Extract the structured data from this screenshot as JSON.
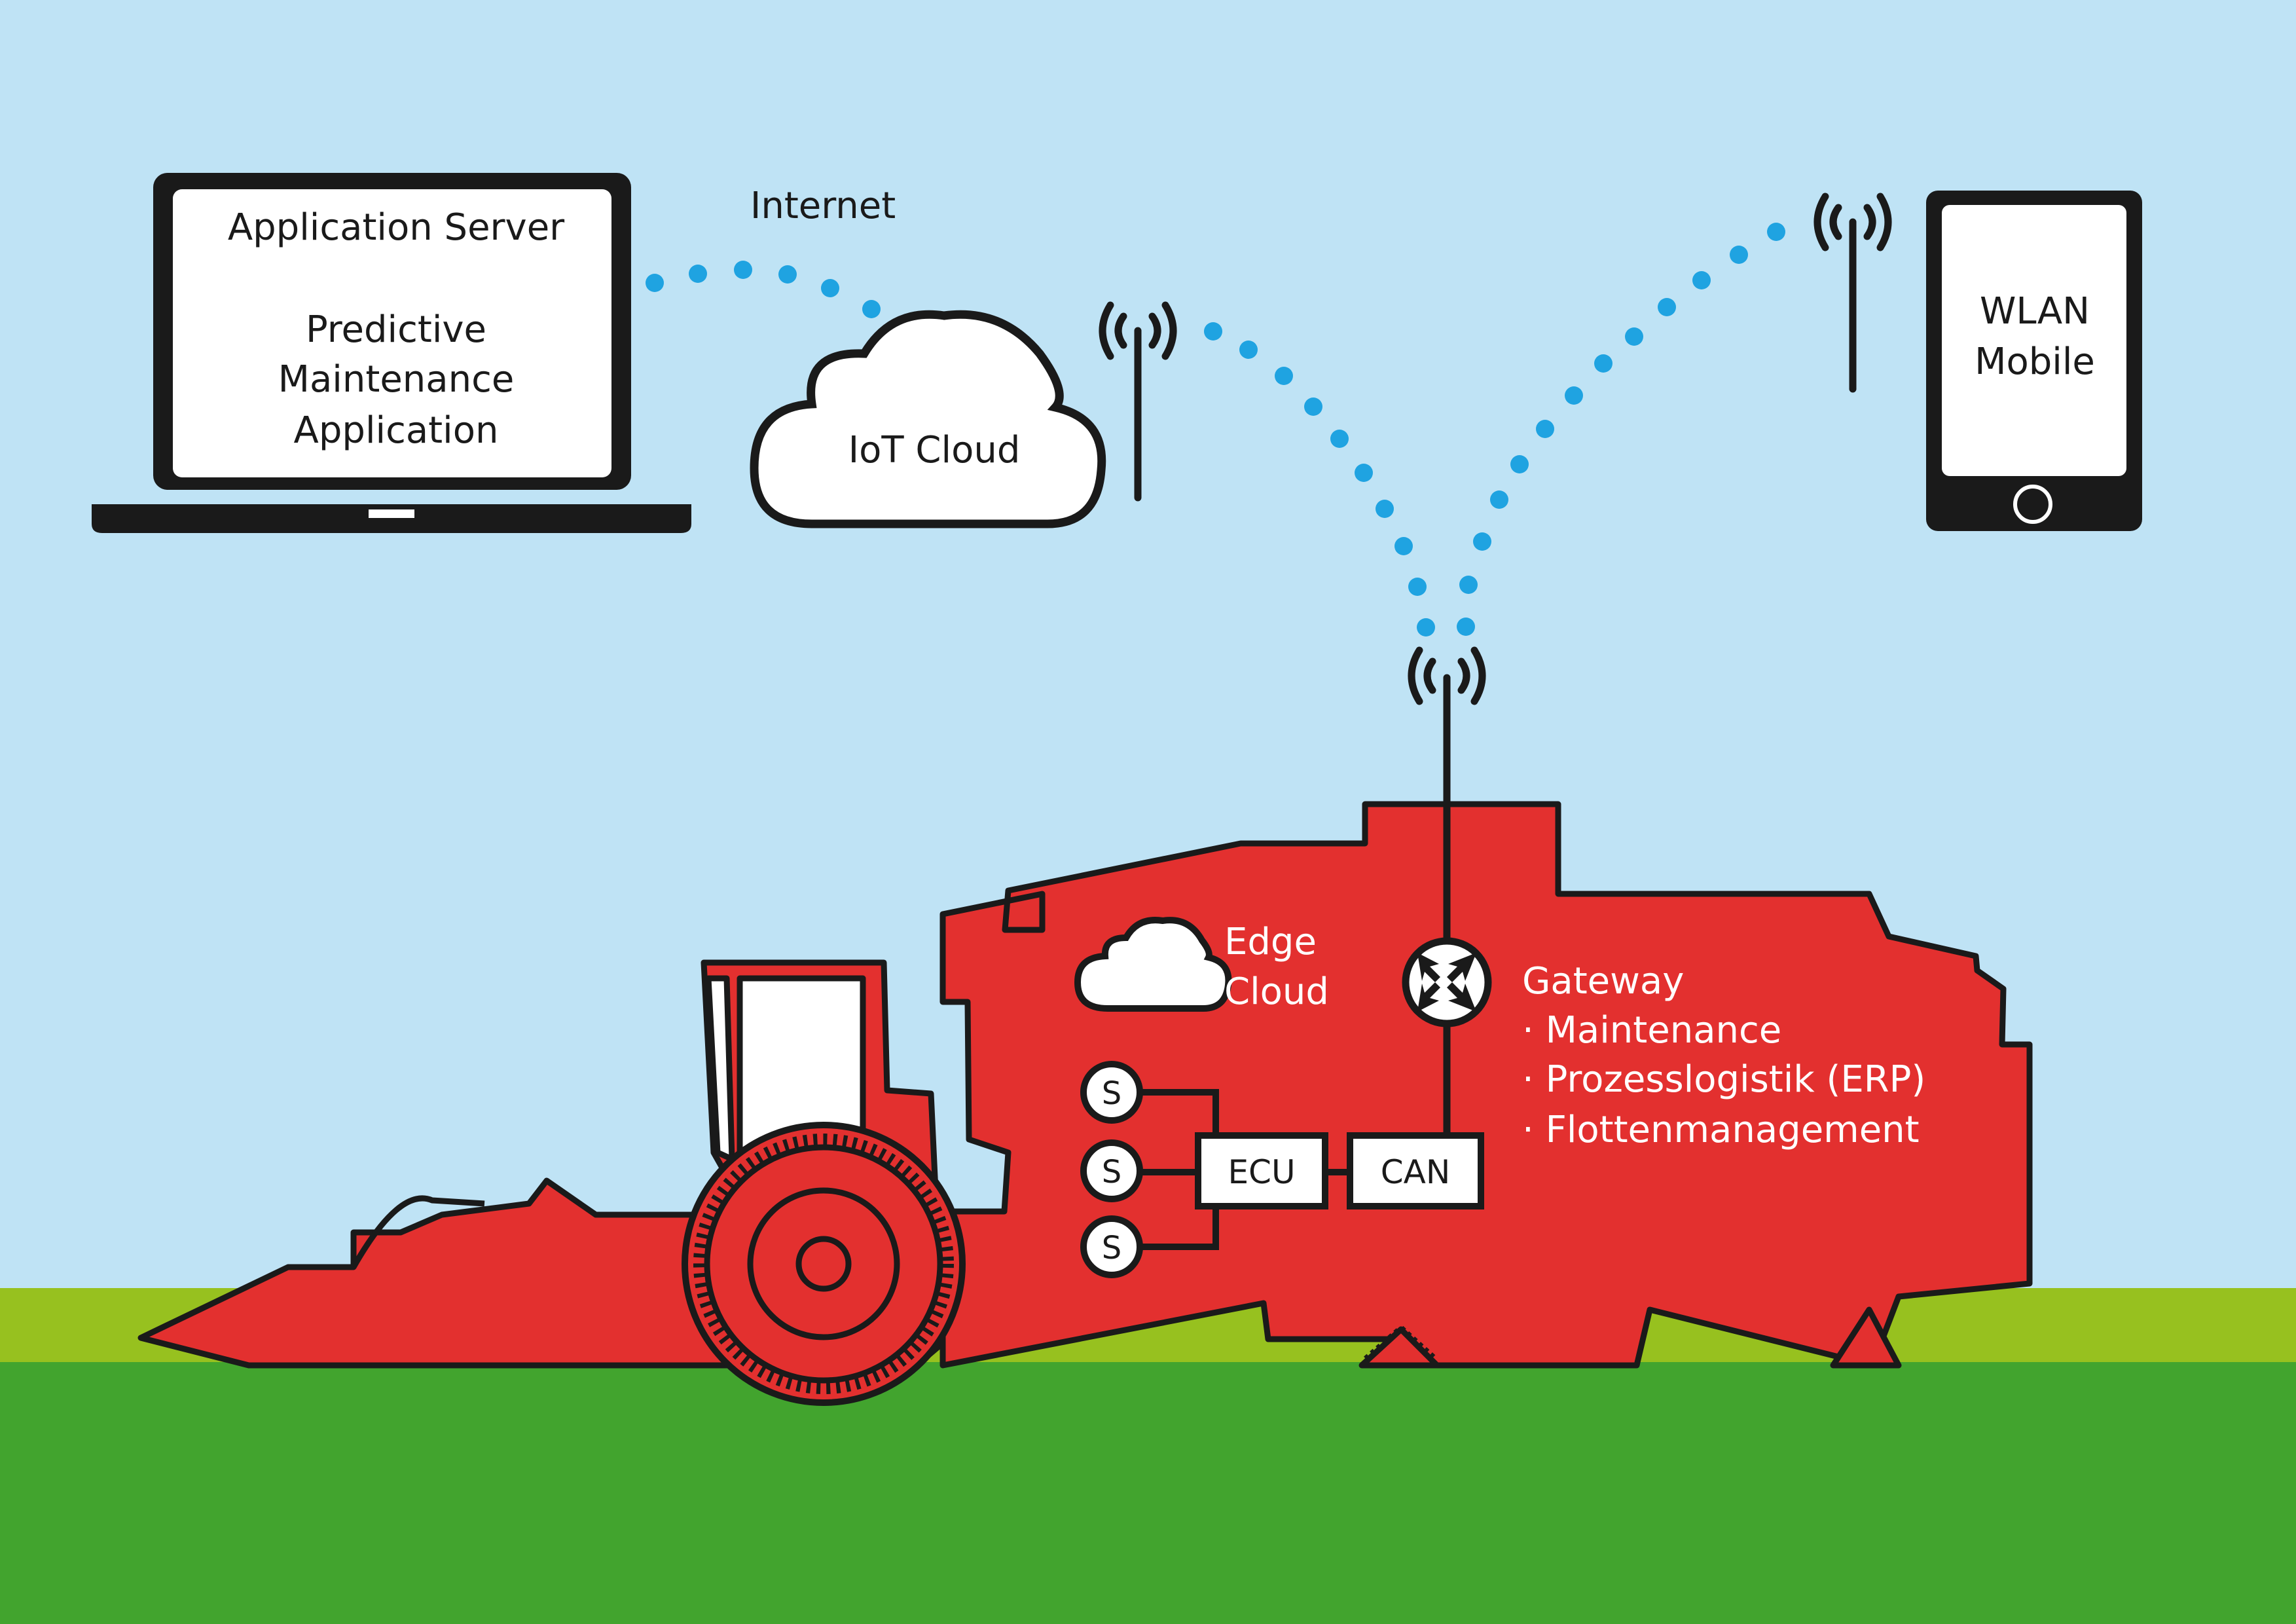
{
  "laptop": {
    "title": "Application Server",
    "app_lines": [
      "Predictive",
      "Maintenance",
      "Application"
    ]
  },
  "internet_label": "Internet",
  "cloud_label": "IoT Cloud",
  "mobile_lines": [
    "WLAN",
    "Mobile"
  ],
  "edge_cloud_lines": [
    "Edge",
    "Cloud"
  ],
  "gateway": {
    "title": "Gateway",
    "items": [
      "· Maintenance",
      "· Prozesslogistik (ERP)",
      "· Flottenmanagement"
    ]
  },
  "sensors": [
    "S",
    "S",
    "S"
  ],
  "ecu_label": "ECU",
  "can_label": "CAN",
  "colors": {
    "sky": "#bfe3f5",
    "grass_light": "#97c11f",
    "grass_dark": "#42a42e",
    "machine_red": "#e3302f",
    "dot_blue": "#1fa3e1",
    "outline": "#1a1a1a",
    "white": "#ffffff"
  },
  "icons": [
    "laptop-icon",
    "cloud-icon",
    "antenna-icon",
    "mobile-phone-icon",
    "gateway-icon",
    "harvester-icon"
  ]
}
